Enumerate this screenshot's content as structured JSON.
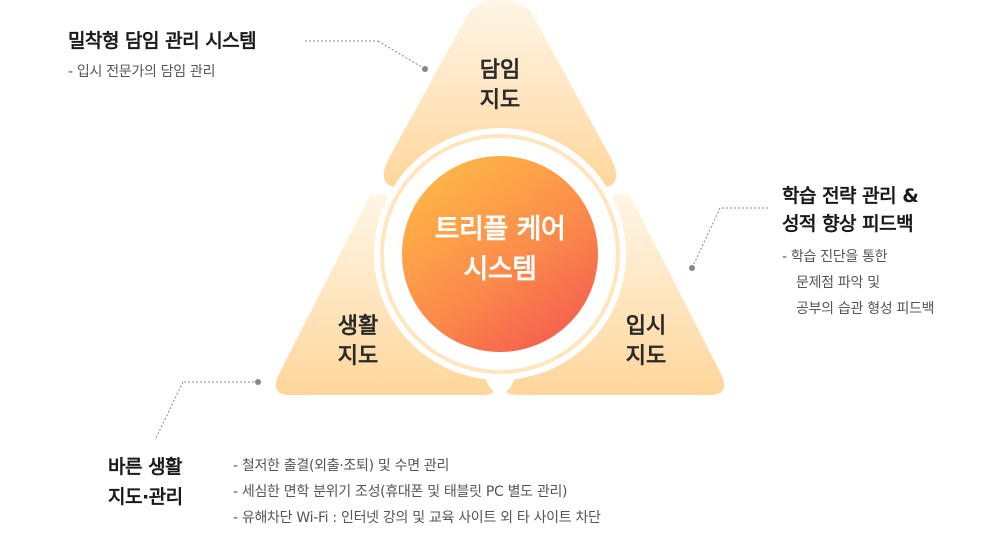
{
  "center": {
    "line1": "트리플 케어",
    "line2": "시스템"
  },
  "segments": {
    "top": {
      "line1": "담임",
      "line2": "지도"
    },
    "left": {
      "line1": "생활",
      "line2": "지도"
    },
    "right": {
      "line1": "입시",
      "line2": "지도"
    }
  },
  "callouts": {
    "top": {
      "title": "밀착형 담임 관리 시스템",
      "items": [
        "- 입시 전문가의 담임 관리"
      ]
    },
    "right": {
      "title_line1": "학습 전략 관리 &",
      "title_line2": "성적 향상 피드백",
      "items": [
        "- 학습 진단을 통한",
        "문제점 파악 및",
        "공부의 습관 형성 피드백"
      ]
    },
    "bottom": {
      "title_line1": "바른 생활",
      "title_line2": "지도·관리",
      "items": [
        "- 철저한 출결(외출·조퇴) 및 수면 관리",
        "- 세심한 면학 분위기 조성(휴대폰 및 태블릿 PC 별도 관리)",
        "- 유해차단 Wi-Fi : 인터넷 강의 및 교육 사이트 외 타 사이트 차단"
      ]
    }
  },
  "colors": {
    "segment_light": "#fff3dc",
    "segment_dark": "#ffd9a0",
    "center_start": "#ffb347",
    "center_end": "#f76a4f",
    "connector": "#888888"
  }
}
